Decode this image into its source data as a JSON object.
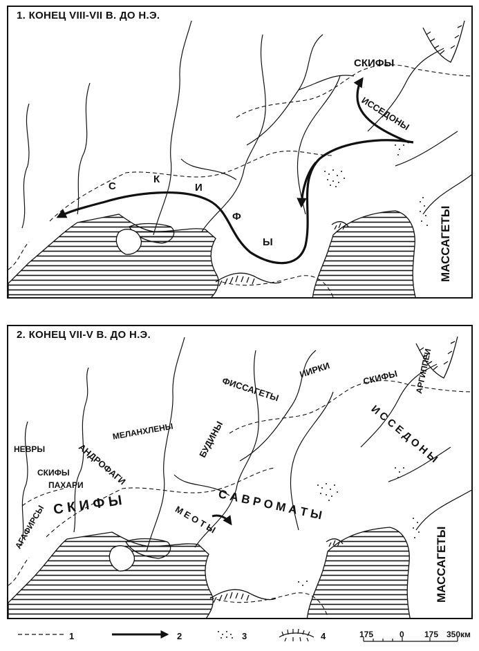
{
  "map1": {
    "title": "1. КОНЕЦ VIII-VII В. ДО Н.Э.",
    "labels": {
      "skify_east": "СКИФЫ",
      "issedony": "ИССЕДОНЫ",
      "massagety": "МАССАГЕТЫ",
      "s": "С",
      "k": "К",
      "i": "И",
      "f": "Ф",
      "y": "Ы"
    }
  },
  "map2": {
    "title": "2. КОНЕЦ VII-V В. ДО Н.Э.",
    "labels": {
      "argippei": "АРГИППЕИ",
      "irki": "ИИРКИ",
      "skify_east": "СКИФЫ",
      "fissagety": "ФИССАГЕТЫ",
      "issedony": "И С С Е Д О Н Ы",
      "nevry": "НЕВРЫ",
      "androfagi": "АНДРОФАГИ",
      "melanhleny": "МЕЛАНХЛЕНЫ",
      "budiny": "БУДИНЫ",
      "skify_west": "СКИФЫ",
      "pahari": "ПАХАРИ",
      "agafirsy": "АГАФИРСЫ",
      "skify_big": "С К И Ф Ы",
      "sauromaty": "С А В Р О М А Т Ы",
      "meoty": "М Е О Т Ы",
      "massagety": "МАССАГЕТЫ"
    }
  },
  "legend": {
    "items": [
      "1",
      "2",
      "3",
      "4"
    ],
    "scale": [
      "175",
      "0",
      "175",
      "350км"
    ]
  }
}
